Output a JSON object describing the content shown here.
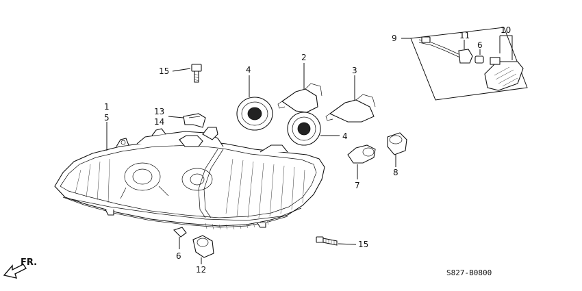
{
  "diagram_code": "S827-B0800",
  "direction_label": "FR.",
  "callouts": {
    "c1": "1",
    "c5": "5",
    "c2": "2",
    "c3": "3",
    "c4a": "4",
    "c4b": "4",
    "c6a": "6",
    "c6b": "6",
    "c7": "7",
    "c8": "8",
    "c9": "9",
    "c10": "10",
    "c11": "11",
    "c12": "12",
    "c13": "13",
    "c14": "14",
    "c15a": "15",
    "c15b": "15"
  }
}
